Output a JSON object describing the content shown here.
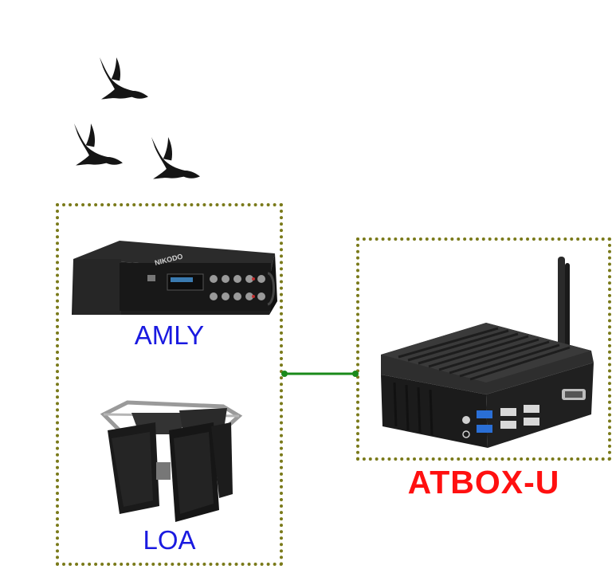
{
  "labels": {
    "amplifier": "AMLY",
    "speakers": "LOA",
    "device": "ATBOX-U"
  },
  "amplifier_panel": {
    "brand": "NIKODO"
  },
  "colors": {
    "dotted_border": "#7a7a1a",
    "connector": "#1a8a1a",
    "label_blue": "#1a1ae0",
    "label_red": "#ff1010"
  },
  "icons": [
    "bird-icon",
    "amplifier-image",
    "horn-speaker-image",
    "mini-pc-image"
  ]
}
